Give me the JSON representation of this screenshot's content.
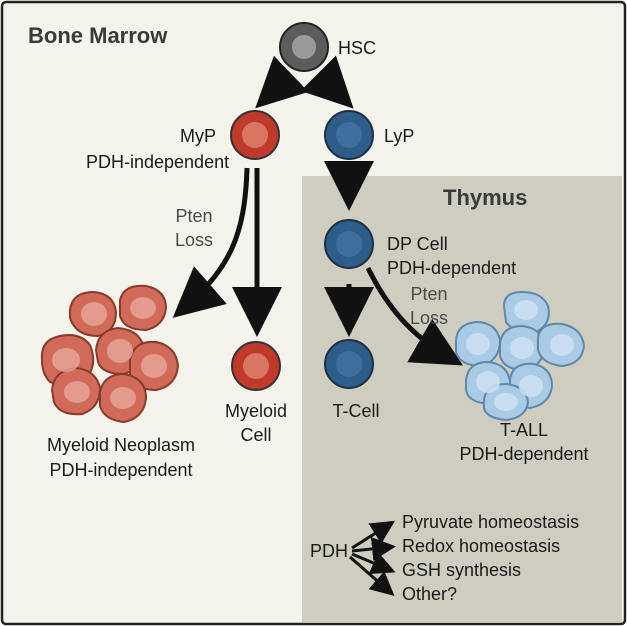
{
  "regions": {
    "bone_marrow": {
      "title": "Bone Marrow"
    },
    "thymus": {
      "title": "Thymus"
    }
  },
  "cells": {
    "hsc": {
      "label": "HSC"
    },
    "myp": {
      "label": "MyP",
      "sublabel": "PDH-independent"
    },
    "lyp": {
      "label": "LyP"
    },
    "dp_cell": {
      "label": "DP Cell",
      "sublabel": "PDH-dependent"
    },
    "myeloid_cell": {
      "label_line1": "Myeloid",
      "label_line2": "Cell"
    },
    "t_cell": {
      "label": "T-Cell"
    },
    "myeloid_neoplasm": {
      "label_line1": "Myeloid Neoplasm",
      "label_line2": "PDH-independent"
    },
    "t_all": {
      "label_line1": "T-ALL",
      "label_line2": "PDH-dependent"
    }
  },
  "annotations": {
    "pten_loss_left": {
      "line1": "Pten",
      "line2": "Loss"
    },
    "pten_loss_right": {
      "line1": "Pten",
      "line2": "Loss"
    }
  },
  "pdh_functions": {
    "source": "PDH",
    "targets": [
      "Pyruvate homeostasis",
      "Redox homeostasis",
      "GSH synthesis",
      "Other?"
    ]
  },
  "colors": {
    "bone_marrow_bg": "#f4f3ec",
    "thymus_bg": "#cfcdbf",
    "hsc": "#5c5c5c",
    "myeloid": "#c0392b",
    "lymphoid": "#2f5d8a",
    "neoplasm": "#d26a5a",
    "t_all": "#a9cbe6"
  }
}
